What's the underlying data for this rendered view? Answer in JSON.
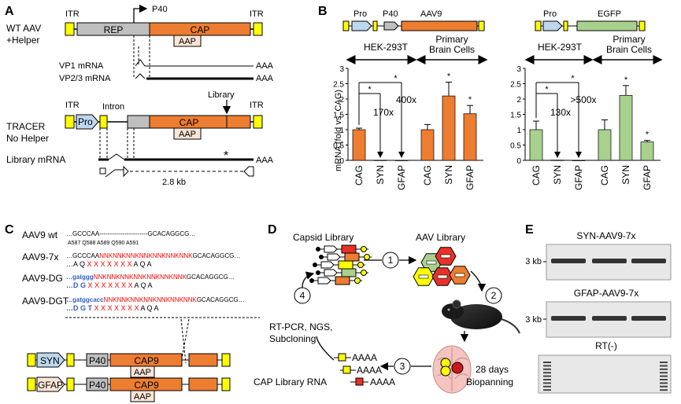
{
  "panelA": {
    "letter": "A",
    "wt_label1": "WT AAV",
    "wt_label2": "+Helper",
    "itr": "ITR",
    "rep": "REP",
    "cap": "CAP",
    "aap": "AAP",
    "p40": "P40",
    "vp1": "VP1 mRNA",
    "vp23": "VP2/3 mRNA",
    "aaa": "AAA",
    "tracer1": "TRACER",
    "tracer2": "No Helper",
    "pro": "Pro",
    "intron": "Intron",
    "library": "Library",
    "library_mrna": "Library mRNA",
    "star": "*",
    "kb": "2.8 kb"
  },
  "panelB": {
    "letter": "B",
    "ylabel": "mRNA (fold vs. CAG)",
    "pro": "Pro",
    "p40": "P40",
    "aav9": "AAV9",
    "egfp": "EGFP",
    "hek": "HEK-293T",
    "primary1": "Primary",
    "primary2": "Brain Cells",
    "fold_left1": "170x",
    "fold_left2": "400x",
    "fold_right1": "130x",
    "fold_right2": ">500x",
    "star": "*"
  },
  "chart_data": [
    {
      "type": "bar",
      "categories": [
        "CAG",
        "SYN",
        "GFAP",
        "CAG",
        "SYN",
        "GFAP"
      ],
      "groups": [
        "HEK-293T",
        "Primary Brain Cells"
      ],
      "values": [
        1.0,
        0.006,
        0.0025,
        1.0,
        2.1,
        1.52
      ],
      "errors": [
        0.05,
        0.0,
        0.0,
        0.17,
        0.45,
        0.27
      ],
      "ylim": [
        0,
        3
      ],
      "yticks": [
        "0",
        "0.5",
        "1",
        "1.5",
        "2",
        "2.5",
        "3"
      ],
      "ylabel": "mRNA (fold vs. CAG)",
      "color": "#ED7D31",
      "construct": "AAV9"
    },
    {
      "type": "bar",
      "categories": [
        "CAG",
        "SYN",
        "GFAP",
        "CAG",
        "SYN",
        "GFAP"
      ],
      "groups": [
        "HEK-293T",
        "Primary Brain Cells"
      ],
      "values": [
        1.0,
        0.008,
        0.002,
        1.0,
        2.12,
        0.6
      ],
      "errors": [
        0.28,
        0.0,
        0.0,
        0.32,
        0.32,
        0.05
      ],
      "ylim": [
        0,
        3
      ],
      "yticks": [
        "0",
        "0.5",
        "1",
        "1.5",
        "2",
        "2.5",
        "3"
      ],
      "ylabel": "mRNA (fold vs. CAG)",
      "color": "#A9D18E",
      "construct": "EGFP"
    }
  ],
  "panelC": {
    "letter": "C",
    "rows": [
      {
        "name": "AAV9 wt",
        "seq1": "…GCCCAA-----------------------GCACAGGCG…",
        "seq2": "A587 Q588                              A589 Q590 A591"
      },
      {
        "name": "AAV9-7x",
        "seq1": "…GCCCAA",
        "seq1red": "NNKNNKNNKNNKNNKNNKNNK",
        "seq1tail": "GCACAGGCG…",
        "aa1": "…A  Q",
        "aa1red": "X   X   X   X   X   X   X",
        "aa1tail": "A  Q  A"
      },
      {
        "name": "AAV9-DG",
        "seq1blue": "…gatggg",
        "seq1red": "NNKNNKNNKNNKNNKNNKNNK",
        "seq1tail": "GCACAGGCG…",
        "aa1blue": "…D  G",
        "aa1red": "X   X   X   X   X   X   X",
        "aa1tail": "A  Q  A"
      },
      {
        "name": "AAV9-DGT",
        "seq1blue": "…gatggcacc",
        "seq1red": "NNKNNKNNKNNKNNKNNKNNK",
        "seq1tail": "GCACAGGCG…",
        "aa1blue": "…D  G  T",
        "aa1red": "X   X   X   X   X   X   X",
        "aa1tail": "A  Q  A"
      }
    ],
    "syn": "SYN",
    "gfap": "GFAP",
    "p40": "P40",
    "cap9": "CAP9",
    "aap": "AAP"
  },
  "panelD": {
    "letter": "D",
    "capsid_library": "Capsid  Library",
    "aav_library": "AAV Library",
    "steps": [
      "1",
      "2",
      "3",
      "4"
    ],
    "rtpcr1": "RT-PCR, NGS,",
    "rtpcr2": "Subcloning",
    "days1": "28 days",
    "days2": "Biopanning",
    "cap_rna": "CAP Library RNA",
    "aaaa": "AAAA"
  },
  "panelE": {
    "letter": "E",
    "gel1": "SYN-AAV9-7x",
    "gel2": "GFAP-AAV9-7x",
    "gel3": "RT(-)",
    "kb": "3 kb"
  },
  "colors": {
    "orange": "#ED7D31",
    "green": "#A9D18E",
    "blue": "#BDD7EE",
    "gray": "#BFBFBF",
    "yellow": "#FFFF00",
    "red": "#E8302A",
    "linkred": "#FF0000",
    "seqblue": "#2E5EBF"
  }
}
